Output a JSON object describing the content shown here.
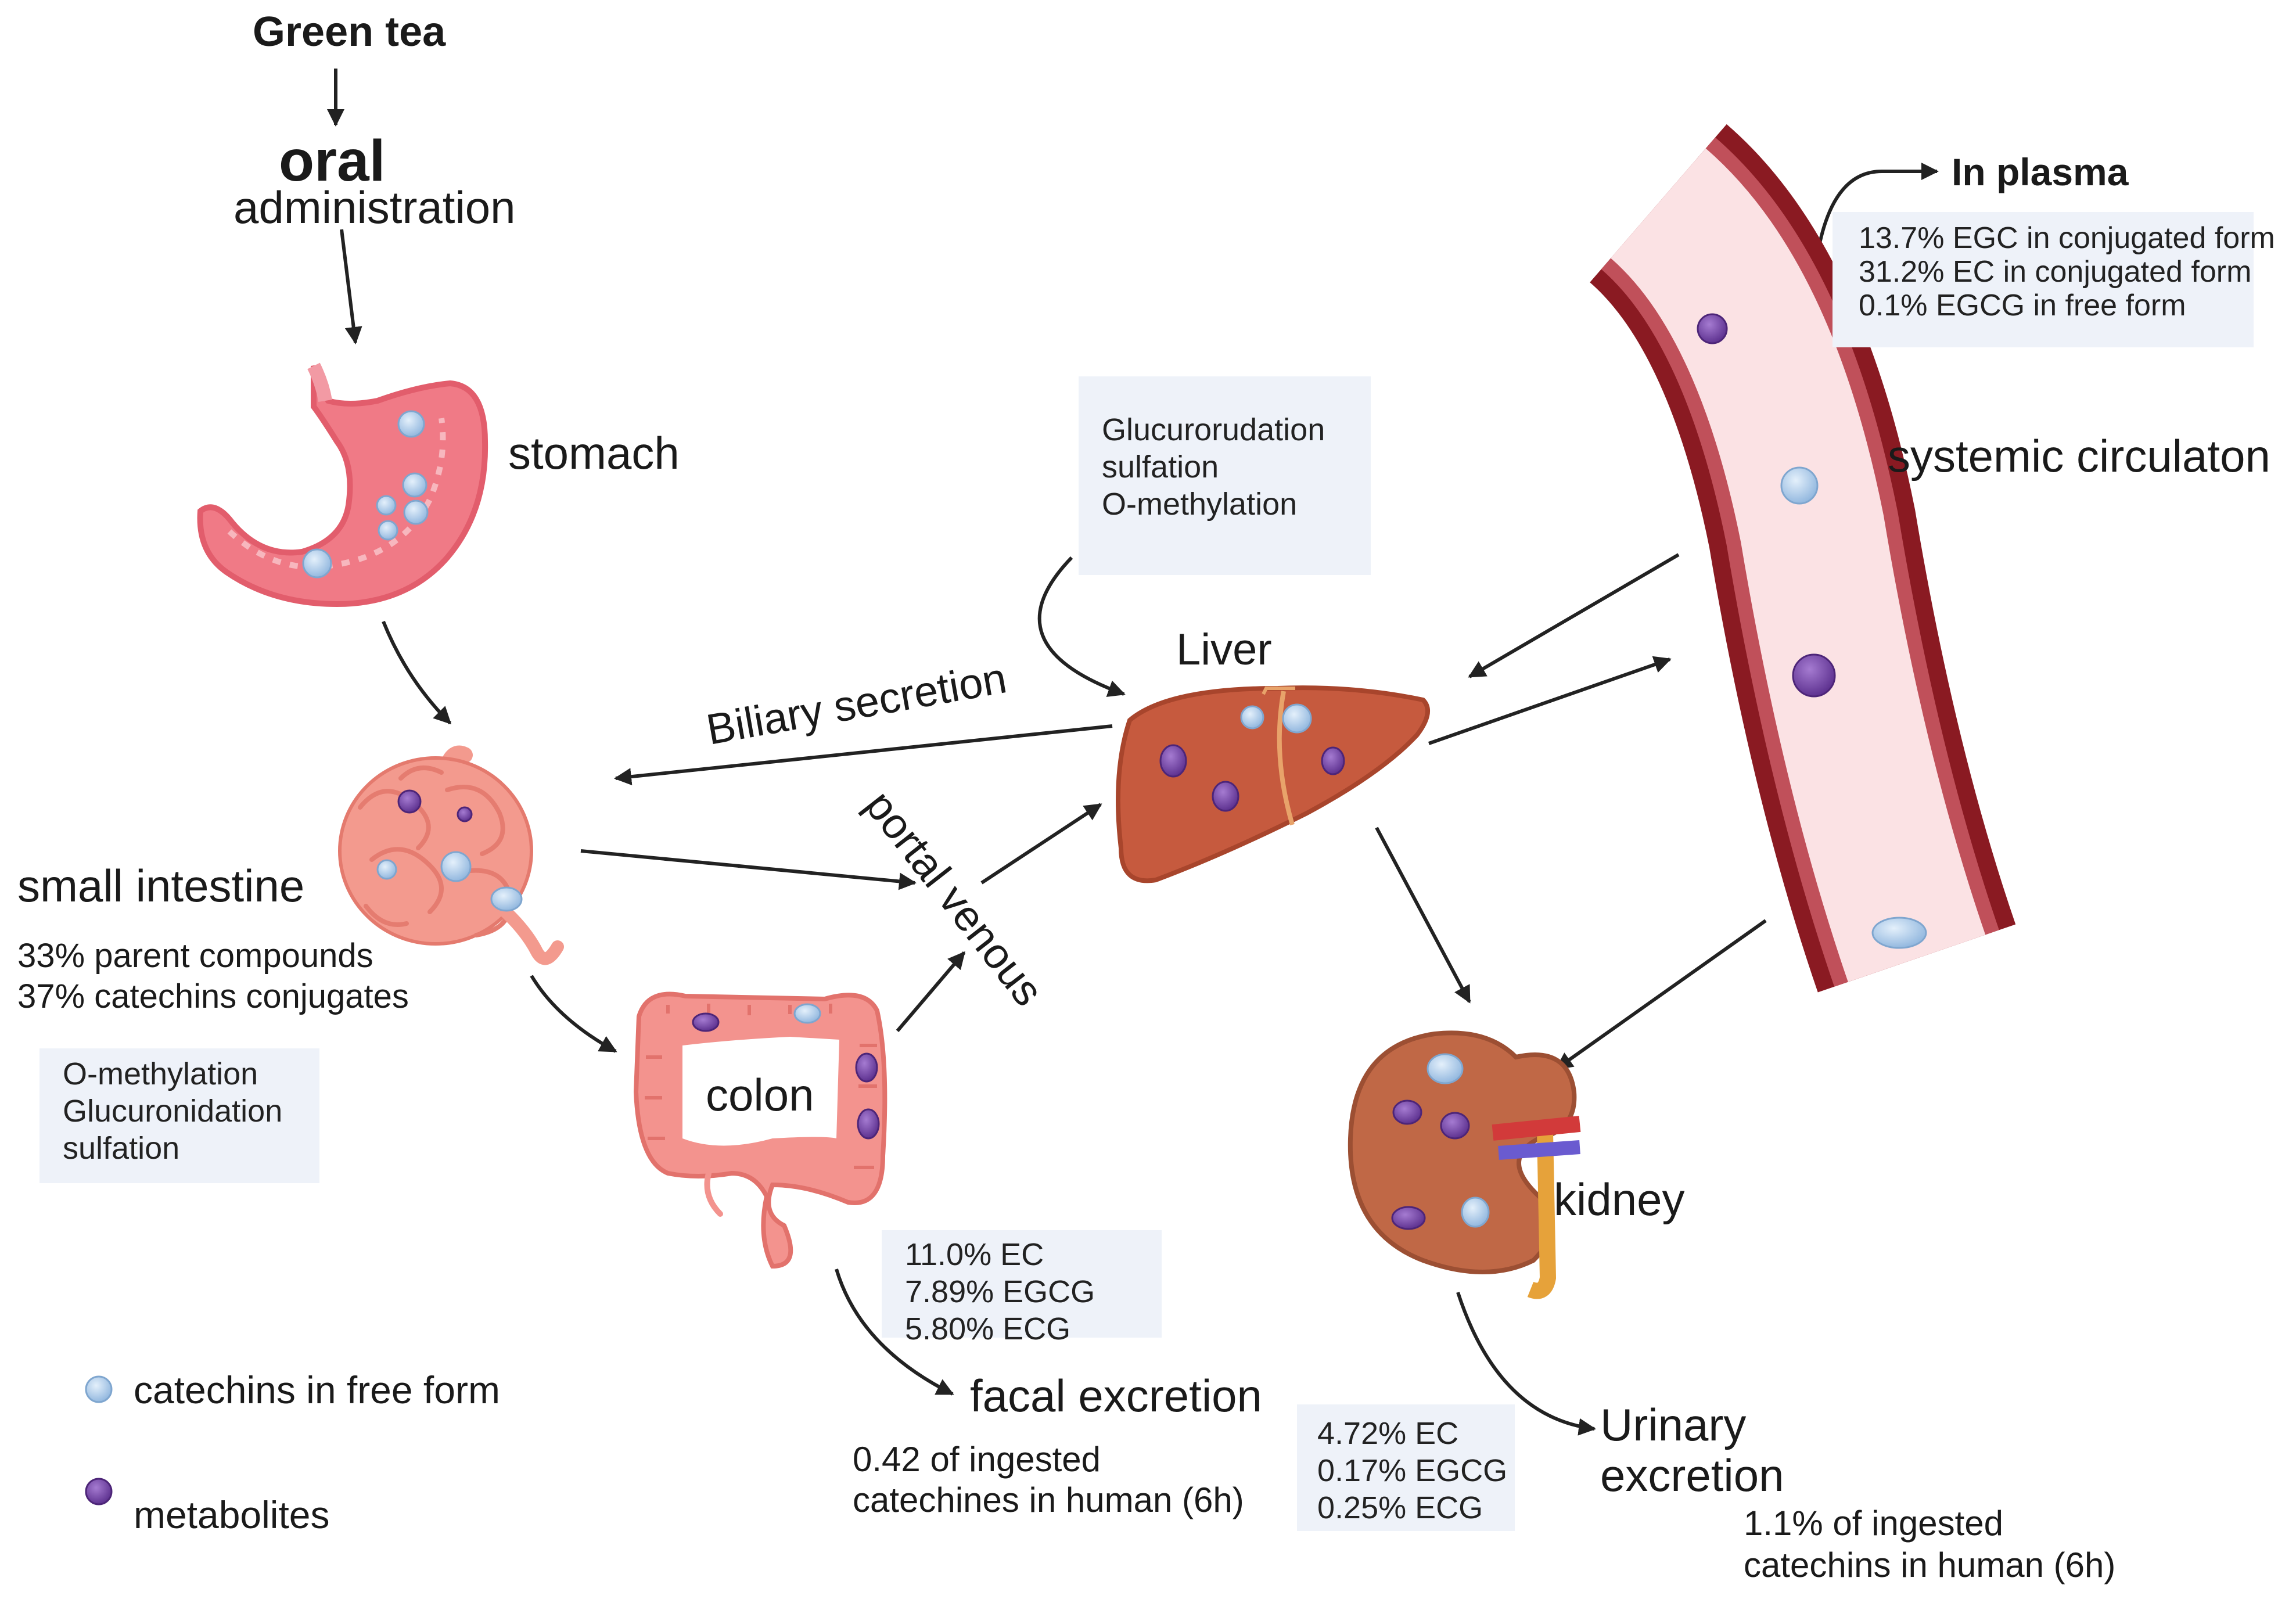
{
  "title": {
    "source": "Green tea",
    "route_main": "oral",
    "route_sub": "administration"
  },
  "organs": {
    "stomach": "stomach",
    "small_intestine": "small intestine",
    "colon": "colon",
    "liver": "Liver",
    "kidney": "kidney",
    "circulation": "systemic circulaton"
  },
  "small_intestine_stats": [
    "33% parent compounds",
    "37% catechins conjugates"
  ],
  "intestine_metabolism": [
    "O-methylation",
    "Glucuronidation",
    "sulfation"
  ],
  "liver_metabolism": [
    "Glucurorudation",
    "sulfation",
    "O-methylation"
  ],
  "pathways": {
    "biliary": "Biliary secretion",
    "portal": "portal venous"
  },
  "plasma": {
    "label": "In plasma",
    "items": [
      "13.7% EGC in conjugated form",
      "31.2% EC in conjugated form",
      "0.1% EGCG in free form"
    ]
  },
  "fecal": {
    "label": "facal excretion",
    "items": [
      "11.0% EC",
      "7.89% EGCG",
      "5.80% ECG"
    ],
    "note": [
      "0.42 of ingested",
      "catechines in human (6h)"
    ]
  },
  "urinary": {
    "label": [
      "Urinary",
      "excretion"
    ],
    "items": [
      "4.72% EC",
      "0.17% EGCG",
      "0.25% ECG"
    ],
    "note": [
      "1.1% of ingested",
      "catechins in human (6h)"
    ]
  },
  "legend": {
    "free": "catechins in free form",
    "metabolites": "metabolites"
  },
  "colors": {
    "free_catechin": "#b7d3ee",
    "metabolite": "#8a58b8",
    "stomach": "#f07a86",
    "intestine": "#f39a8e",
    "liver": "#c65a3e",
    "kidney": "#c06846",
    "vessel_wall": "#8a1a22",
    "vessel_lumen": "#fbe2e4",
    "note_bg": "#eef2f9"
  }
}
